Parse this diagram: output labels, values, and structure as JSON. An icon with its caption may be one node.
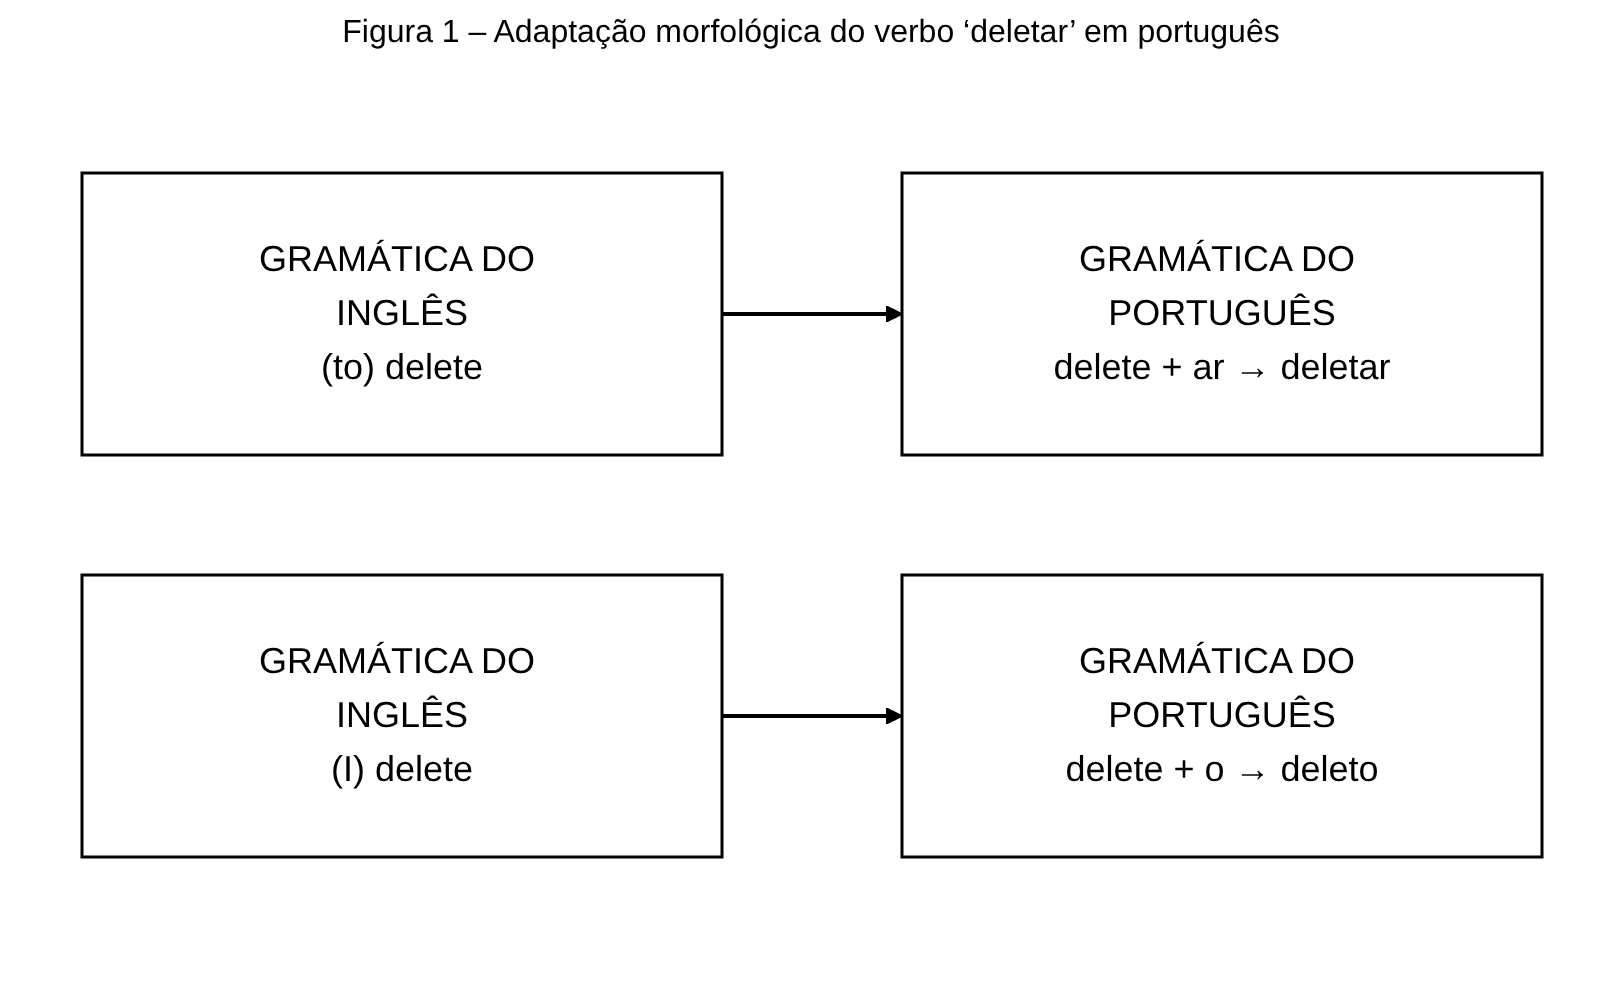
{
  "diagram": {
    "title": "Figura 1 – Adaptação morfológica do verbo ‘deletar’ em português",
    "nodes": [
      {
        "text": [
          "GRAMÁTICA DO INGLÊS",
          "(to) delete"
        ]
      },
      {
        "text": [
          "GRAMÁTICA DO PORTUGUÊS",
          "delete + ar → deletar"
        ]
      },
      {
        "text": [
          "GRAMÁTICA DO INGLÊS",
          "(I) delete"
        ]
      },
      {
        "text": [
          "GRAMÁTICA DO PORTUGUÊS",
          "delete + o → deleto"
        ]
      }
    ],
    "edges": [
      {
        "from": 0,
        "to": 1,
        "arrow": "to"
      },
      {
        "from": 2,
        "to": 3,
        "arrow": "to"
      }
    ]
  }
}
